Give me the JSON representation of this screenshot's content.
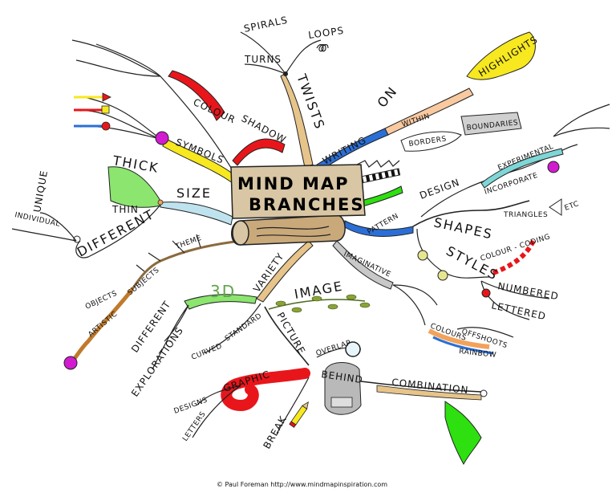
{
  "title": {
    "line1": "MIND MAP",
    "line2": "BRANCHES"
  },
  "credit": "© Paul Foreman http://www.mindmapinspiration.com",
  "labels": {
    "spirals": "SPIRALS",
    "loops": "LOOPS",
    "turns": "TURNS",
    "twists": "TWISTS",
    "highlights": "HIGHLIGHTS",
    "on": "ON",
    "within": "WITHIN",
    "borders": "BORDERS",
    "boundaries": "BOUNDARIES",
    "writing": "WRITING",
    "colour": "COLOUR",
    "shadow": "SHADOW",
    "symbols": "SYMBOLS",
    "thick": "THICK",
    "size": "SIZE",
    "thin": "THIN",
    "unique": "UNIQUE",
    "individual": "INDIVIDUAL",
    "different": "DIFFERENT",
    "theme": "THEME",
    "experimental": "EXPERIMENTAL",
    "incorporate": "INCORPORATE",
    "design": "DESIGN",
    "shapes": "SHAPES",
    "triangles": "TRIANGLES",
    "etc": "ETC",
    "pattern": "PATTERN",
    "styles": "STYLES",
    "colour_coding": "COLOUR - CODING",
    "numbered": "NUMBERED",
    "lettered": "LETTERED",
    "imaginative": "IMAGINATIVE",
    "colours": "COLOURS",
    "offshoots": "OFFSHOOTS",
    "rainbow": "RAINBOW",
    "objects": "OBJECTS",
    "subjects": "SUBJECTS",
    "artistic": "ARTISTIC",
    "three_d": "3D",
    "variety": "VARIETY",
    "image": "IMAGE",
    "different2": "DIFFERENT",
    "explorations": "EXPLORATIONS",
    "curved": "CURVED",
    "standard": "STANDARD",
    "picture": "PICTURE",
    "overlap": "OVERLAP",
    "behind": "BEHIND",
    "combination": "COMBINATION",
    "designs": "DESIGNS",
    "letters": "LETTERS",
    "graphic": "GRAPHIC",
    "break": "BREAK"
  },
  "colors": {
    "red": "#e8161b",
    "yellow": "#f7e81f",
    "blue": "#2b6fd6",
    "magenta": "#d21bd0",
    "green": "#8be56e",
    "teal": "#7fd6d6",
    "wood": "#d8c6a4",
    "tan": "#e6c48a",
    "orange": "#f3a25a",
    "grey": "#c8c8c8",
    "brightgreen": "#2ee010"
  }
}
